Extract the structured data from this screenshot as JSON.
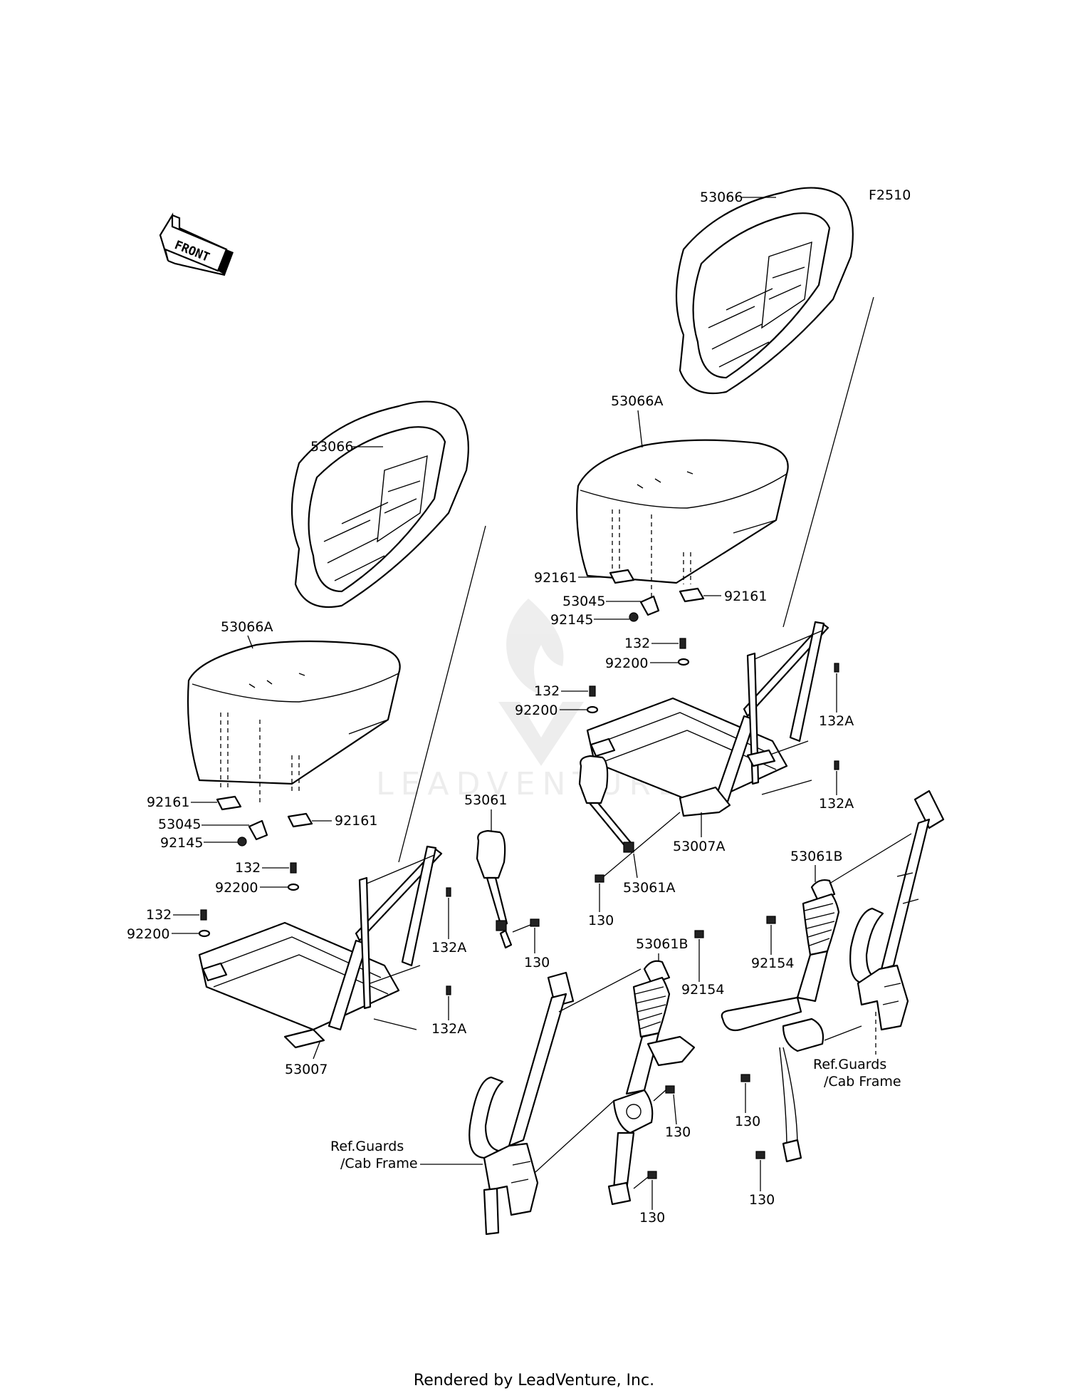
{
  "diagram_id": "F2510",
  "front_arrow_label": "FRONT",
  "watermark": "LEADVENTURE",
  "footer": "Rendered by LeadVenture, Inc.",
  "left_assembly": {
    "seat_back": "53066",
    "seat_cushion": "53066A",
    "bracket_left": "92161",
    "bracket_right": "92161",
    "clip": "53045",
    "clamp": "92145",
    "bolt_upper": "132",
    "washer_upper": "92200",
    "bolt_lower": "132",
    "washer_lower": "92200",
    "bolt_rear_upper": "132A",
    "bolt_rear_lower": "132A",
    "frame": "53007",
    "buckle": "53061",
    "buckle_bolt": "130"
  },
  "right_assembly": {
    "seat_back": "53066",
    "seat_cushion": "53066A",
    "bracket_left": "92161",
    "bracket_right": "92161",
    "clip": "53045",
    "clamp": "92145",
    "bolt_upper": "132",
    "washer_upper": "92200",
    "bolt_lower": "132",
    "washer_lower": "92200",
    "bolt_rear_upper": "132A",
    "bolt_rear_lower": "132A",
    "frame": "53007A",
    "buckle": "53061A",
    "buckle_bolt": "130"
  },
  "belt_left": {
    "belt": "53061B",
    "nut": "92154",
    "bolt_retractor": "130",
    "bolt_lower": "130",
    "ref_line1": "Ref.Guards",
    "ref_line2": "/Cab Frame"
  },
  "belt_right": {
    "belt": "53061B",
    "nut": "92154",
    "bolt_retractor": "130",
    "bolt_lower": "130",
    "ref_line1": "Ref.Guards",
    "ref_line2": "/Cab Frame"
  }
}
